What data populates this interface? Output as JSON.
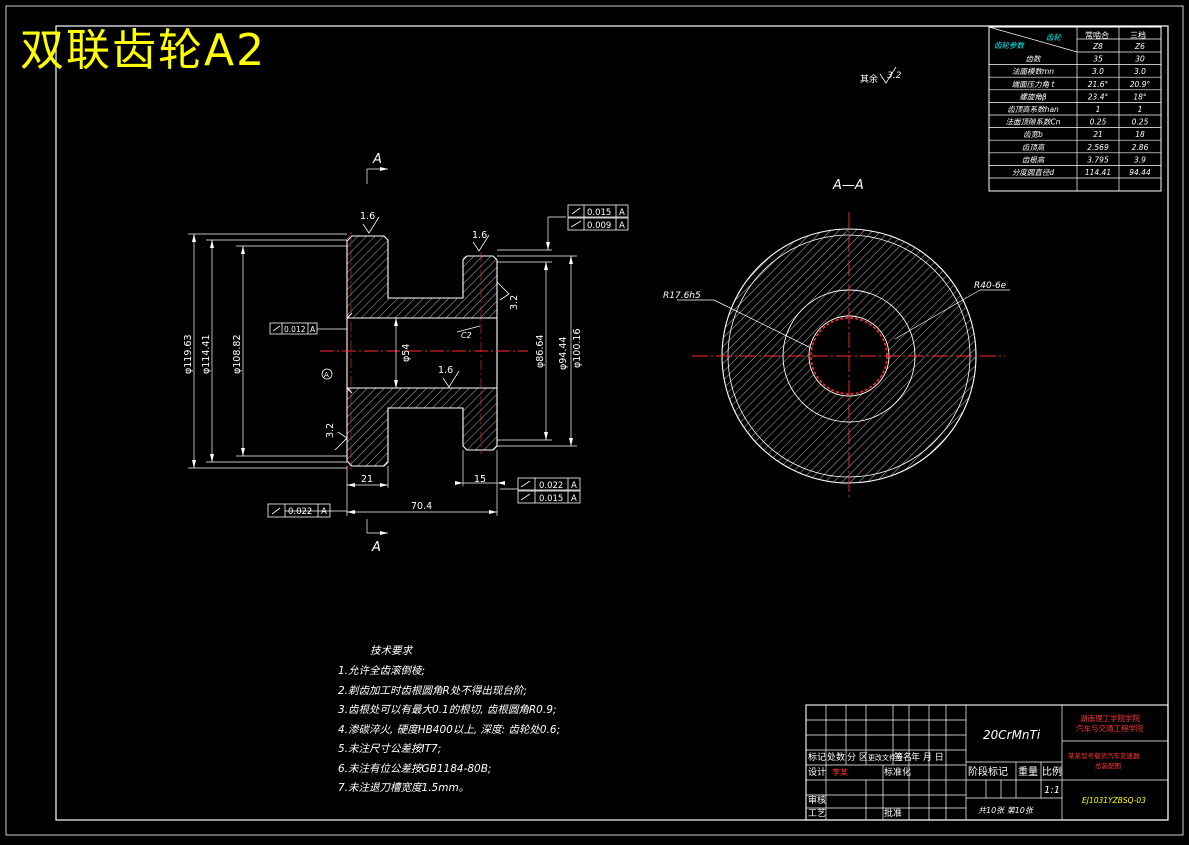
{
  "drawing_title": "双联齿轮A2",
  "section_labels": {
    "top": "A",
    "bottom": "A",
    "section_view": "A—A"
  },
  "roughness": {
    "other": "其余",
    "other_value": "3.2",
    "r1": "1.6",
    "r2": "1.6",
    "r3": "1.6",
    "r4": "3.2",
    "r5": "3.2"
  },
  "dimensions": {
    "d1": "φ119.63",
    "d2": "φ114.41",
    "d3": "φ108.82",
    "d4": "φ54",
    "d5": "φ86.64",
    "d6": "φ94.44",
    "d7": "φ100.16",
    "len_21": "21",
    "len_15": "15",
    "len_total": "70.4",
    "chamfer": "C2",
    "r_inner": "R17.6h5",
    "r_outer": "R40-6e"
  },
  "tolerances": {
    "t1_value": "0.015",
    "t1_datum": "A",
    "t2_value": "0.009",
    "t2_datum": "A",
    "t3_value": "0.012",
    "t3_datum": "A",
    "t4_value": "0.022",
    "t4_datum": "A",
    "t5_value": "0.015",
    "t5_datum": "A",
    "t6_value": "0.022",
    "t6_datum": "A"
  },
  "gear_table": {
    "corner_top": "齿轮",
    "corner_bottom": "齿轮参数",
    "col1": "常啮合",
    "col2": "三档",
    "rows": [
      {
        "label": "",
        "v1": "Z8",
        "v2": "Z6"
      },
      {
        "label": "齿数",
        "v1": "35",
        "v2": "30"
      },
      {
        "label": "法面模数mn",
        "v1": "3.0",
        "v2": "3.0"
      },
      {
        "label": "端面压力角 t",
        "v1": "21.6°",
        "v2": "20.9°"
      },
      {
        "label": "螺旋角β",
        "v1": "23.4°",
        "v2": "18°"
      },
      {
        "label": "齿顶高系数han",
        "v1": "1",
        "v2": "1"
      },
      {
        "label": "法面顶隙系数Cn",
        "v1": "0.25",
        "v2": "0.25"
      },
      {
        "label": "齿宽b",
        "v1": "21",
        "v2": "18"
      },
      {
        "label": "齿顶高",
        "v1": "2.569",
        "v2": "2.86"
      },
      {
        "label": "齿根高",
        "v1": "3.795",
        "v2": "3.9"
      },
      {
        "label": "分度圆直径d",
        "v1": "114.41",
        "v2": "94.44"
      }
    ]
  },
  "tech_requirements": {
    "heading": "技术要求",
    "items": [
      "1.允许全齿滚倒棱;",
      "2.剃齿加工时齿根圆角R处不得出现台阶;",
      "3.齿根处可以有最大0.1的根切, 齿根圆角R0.9;",
      "4.渗碳淬火, 硬度HB400以上, 深度: 齿轮处0.6;",
      "5.未注尺寸公差按IT7;",
      "6.未注有位公差按GB1184-80B;",
      "7.未注退刀槽宽度1.5mm。"
    ]
  },
  "title_block": {
    "material": "20CrMnTi",
    "school_1": "湖南理工学院学院",
    "school_2": "汽车与交通工程学院",
    "project_1": "某某型号载货汽车变速器",
    "project_2": "总装配图",
    "drawing_no": "EJ1031YZBSQ-03",
    "scale": "1:1",
    "sheet": "共10张 第10张",
    "row_headers": [
      "标记",
      "处数",
      "分 区",
      "更改文件号",
      "签名",
      "年 月 日"
    ],
    "design": "设计",
    "designer": "李某",
    "standardize": "标准化",
    "review": "审核",
    "process": "工艺",
    "approve": "批准",
    "stage_mark": "阶段标记",
    "weight": "重量",
    "ratio": "比例"
  }
}
